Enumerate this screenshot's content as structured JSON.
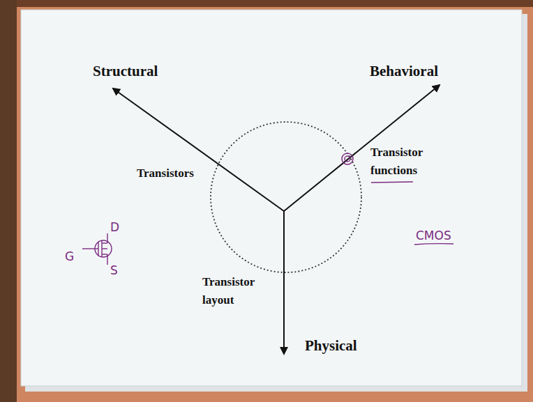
{
  "diagram": {
    "labels": [
      "Structural",
      "Behavioral",
      "Transistors",
      "Transistor functions",
      "Transistor layout",
      "Physical",
      "CMOS",
      "G",
      "D",
      "S"
    ]
  }
}
